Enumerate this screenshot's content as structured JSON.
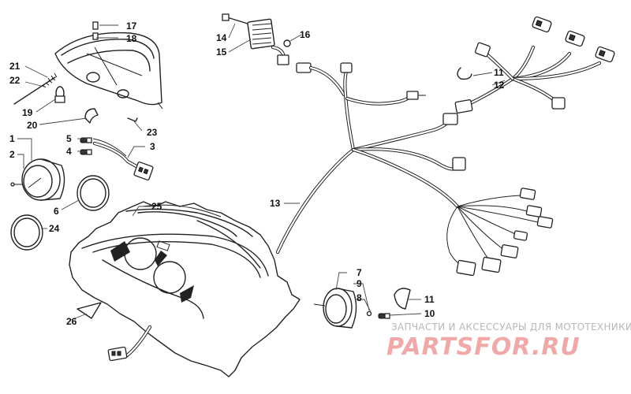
{
  "diagram": {
    "callouts": [
      {
        "id": "c17",
        "label": "17"
      },
      {
        "id": "c18",
        "label": "18"
      },
      {
        "id": "c21",
        "label": "21"
      },
      {
        "id": "c22",
        "label": "22"
      },
      {
        "id": "c19",
        "label": "19"
      },
      {
        "id": "c20",
        "label": "20"
      },
      {
        "id": "c23",
        "label": "23"
      },
      {
        "id": "c1",
        "label": "1"
      },
      {
        "id": "c2",
        "label": "2"
      },
      {
        "id": "c5",
        "label": "5"
      },
      {
        "id": "c4",
        "label": "4"
      },
      {
        "id": "c3",
        "label": "3"
      },
      {
        "id": "c6",
        "label": "6"
      },
      {
        "id": "c24",
        "label": "24"
      },
      {
        "id": "c25",
        "label": "25"
      },
      {
        "id": "c26",
        "label": "26"
      },
      {
        "id": "c14",
        "label": "14"
      },
      {
        "id": "c15",
        "label": "15"
      },
      {
        "id": "c16",
        "label": "16"
      },
      {
        "id": "c13",
        "label": "13"
      },
      {
        "id": "c11a",
        "label": "11"
      },
      {
        "id": "c12",
        "label": "12"
      },
      {
        "id": "c7",
        "label": "7"
      },
      {
        "id": "c9",
        "label": "9"
      },
      {
        "id": "c8",
        "label": "8"
      },
      {
        "id": "c11b",
        "label": "11"
      },
      {
        "id": "c10",
        "label": "10"
      }
    ]
  },
  "watermark": {
    "tagline": "ЗАПЧАСТИ И АКСЕССУАРЫ ДЛЯ МОТОТЕХНИКИ",
    "logo": "PARTSFOR.RU"
  },
  "colors": {
    "line": "#222222",
    "background": "#ffffff",
    "watermark_logo": "#f0a9a9",
    "watermark_text": "#b8b8b8"
  }
}
